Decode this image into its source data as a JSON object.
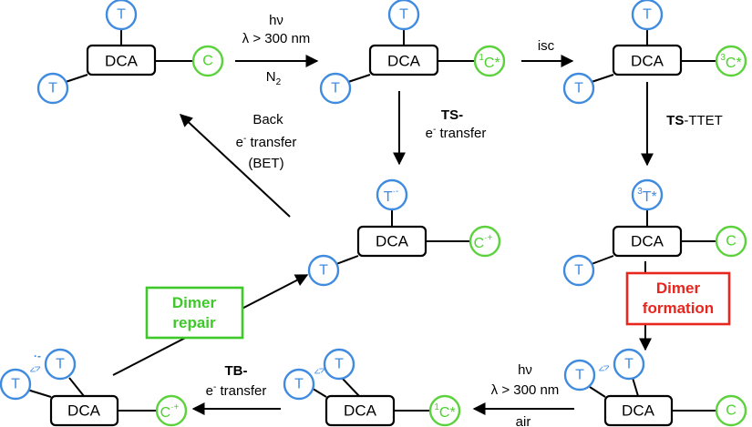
{
  "molecule": {
    "core": "DCA",
    "t": "T",
    "c": "C",
    "c_singlet_sup": "1",
    "c_triplet_sup": "3",
    "t_triplet_sup": "3",
    "excited_mark": "*",
    "t_anion": "T",
    "t_anion_sup": "·-",
    "c_cation": "C",
    "c_cation_sup": "·+",
    "dimer_bond": "<>",
    "anion_dot": "·-"
  },
  "steps": {
    "irradiation_top": {
      "line1": "hν",
      "line2": "λ > 300 nm",
      "line3": "N",
      "line3_sub": "2"
    },
    "isc": {
      "label": "isc"
    },
    "ts_electron_transfer": {
      "line1_bold": "TS-",
      "line2_sup": "e",
      "line2_sup_mark": "-",
      "line2_rest": " transfer"
    },
    "ts_ttet": {
      "bold": "TS",
      "rest": "-TTET"
    },
    "back_transfer": {
      "line1": "Back",
      "line2_pre": "e",
      "line2_sup": "-",
      "line2_rest": " transfer",
      "line3": "(BET)"
    },
    "irradiation_bottom": {
      "line1": "hν",
      "line2": "λ > 300 nm",
      "line3": "air"
    },
    "tb_electron_transfer": {
      "line1_bold": "TB-",
      "line2_pre": "e",
      "line2_sup": "-",
      "line2_rest": " transfer"
    }
  },
  "boxes": {
    "dimer_formation": {
      "line1": "Dimer",
      "line2": "formation",
      "color": "#e8261e"
    },
    "dimer_repair": {
      "line1": "Dimer",
      "line2": "repair",
      "color": "#3fc82a"
    }
  },
  "colors": {
    "thymine": "#3f8be0",
    "core_unit": "#5bd23c"
  }
}
